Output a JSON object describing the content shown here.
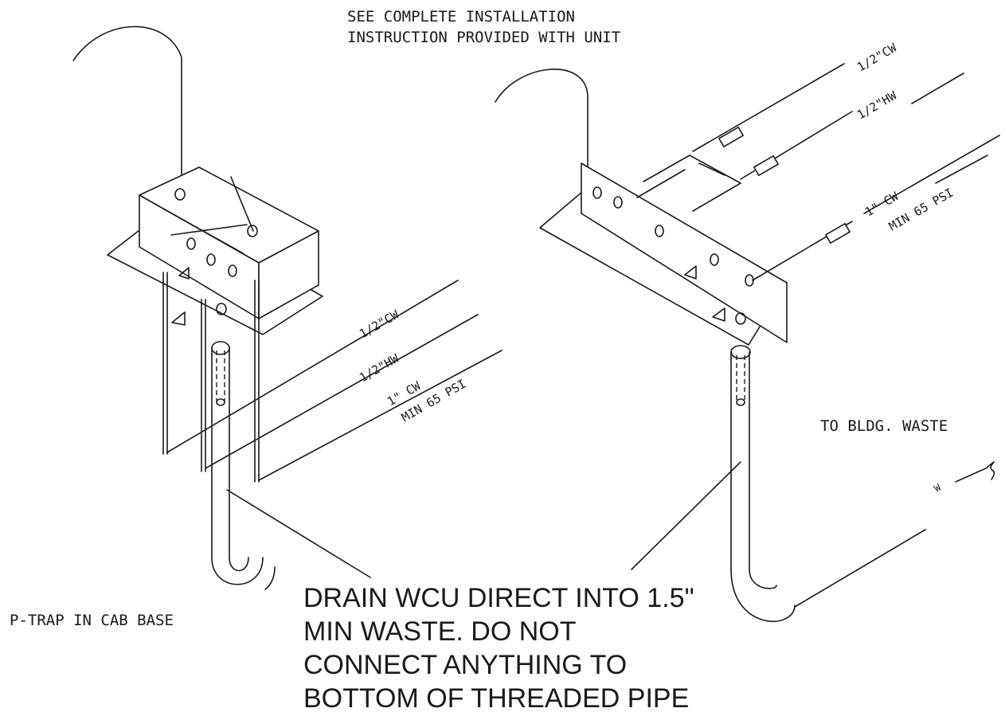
{
  "notes": {
    "see_instructions_line1": "SEE COMPLETE INSTALLATION",
    "see_instructions_line2": "INSTRUCTION PROVIDED WITH UNIT",
    "to_bldg_waste": "TO BLDG. WASTE",
    "p_trap": "P-TRAP IN CAB BASE",
    "drain_line1": "DRAIN WCU DIRECT INTO 1.5\"",
    "drain_line2": "MIN WASTE. DO NOT",
    "drain_line3": "CONNECT ANYTHING TO",
    "drain_line4": "BOTTOM OF THREADED PIPE"
  },
  "left_unit": {
    "cw_label": "1/2\"CW",
    "hw_label": "1/2\"HW",
    "cw1_label": "1\" CW",
    "min_psi_label": "MIN 65 PSI"
  },
  "right_unit": {
    "cw_label": "1/2\"CW",
    "hw_label": "1/2\"HW",
    "cw1_label": "1\" CW",
    "min_psi_label": "MIN 65 PSI",
    "waste_mark": "W"
  },
  "colors": {
    "line": "#1a1a1a",
    "background": "#ffffff"
  }
}
